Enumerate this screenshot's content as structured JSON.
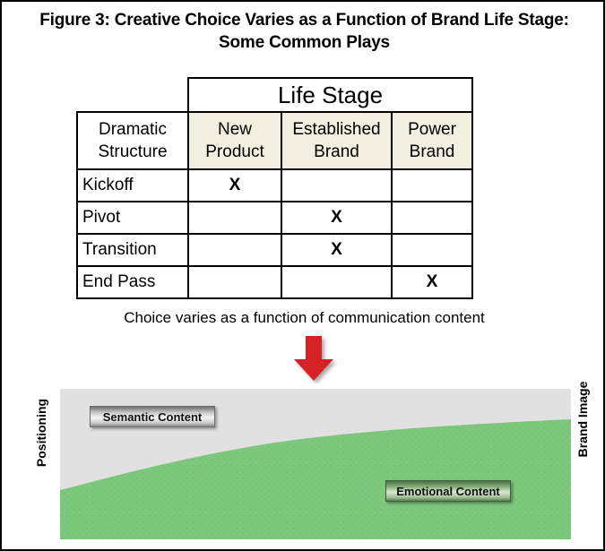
{
  "figure": {
    "title_lines": [
      "Figure 3: Creative Choice Varies as a Function of Brand Life Stage:",
      "Some Common Plays"
    ],
    "caption": "Choice varies as a function of communication content"
  },
  "table": {
    "super_header": "Life Stage",
    "corner_header": "Dramatic Structure",
    "corner_header_line1": "Dramatic",
    "corner_header_line2": "Structure",
    "columns": [
      {
        "line1": "New",
        "line2": "Product",
        "label": "New Product"
      },
      {
        "line1": "Established",
        "line2": "Brand",
        "label": "Established Brand"
      },
      {
        "line1": "Power",
        "line2": "Brand",
        "label": "Power Brand"
      }
    ],
    "mark": "X",
    "rows": [
      {
        "label": "Kickoff",
        "marks": [
          "X",
          "",
          ""
        ]
      },
      {
        "label": "Pivot",
        "marks": [
          "",
          "X",
          ""
        ]
      },
      {
        "label": "Transition",
        "marks": [
          "",
          "X",
          ""
        ]
      },
      {
        "label": "End Pass",
        "marks": [
          "",
          "",
          "X"
        ]
      }
    ],
    "header_bg": "#f2efe0"
  },
  "chart": {
    "left_axis_label": "Positioning",
    "right_axis_label": "Brand Image",
    "upper_region_label": "Semantic Content",
    "lower_region_label": "Emotional Content",
    "upper_region_color": "#e1e1e1",
    "lower_region_color": "#7ec87e",
    "arrow_color": "#d52027"
  },
  "chart_data": {
    "type": "area",
    "title": "Choice varies as a function of communication content",
    "xlabel": "",
    "ylabel": "",
    "series": [
      {
        "name": "Emotional Content",
        "color": "#7ec87e",
        "x": [
          0,
          10,
          20,
          30,
          40,
          50,
          60,
          70,
          80,
          90,
          100
        ],
        "values": [
          33,
          44,
          53,
          60,
          66,
          71,
          75,
          79,
          82,
          85,
          88
        ]
      },
      {
        "name": "Semantic Content",
        "color": "#e1e1e1",
        "x": [
          0,
          10,
          20,
          30,
          40,
          50,
          60,
          70,
          80,
          90,
          100
        ],
        "values": [
          67,
          56,
          47,
          40,
          34,
          29,
          25,
          21,
          18,
          15,
          12
        ]
      }
    ],
    "axis_left": "Positioning",
    "axis_right": "Brand Image",
    "ylim": [
      0,
      100
    ],
    "xlim": [
      0,
      100
    ],
    "grid": false,
    "legend": "inline-labels"
  }
}
